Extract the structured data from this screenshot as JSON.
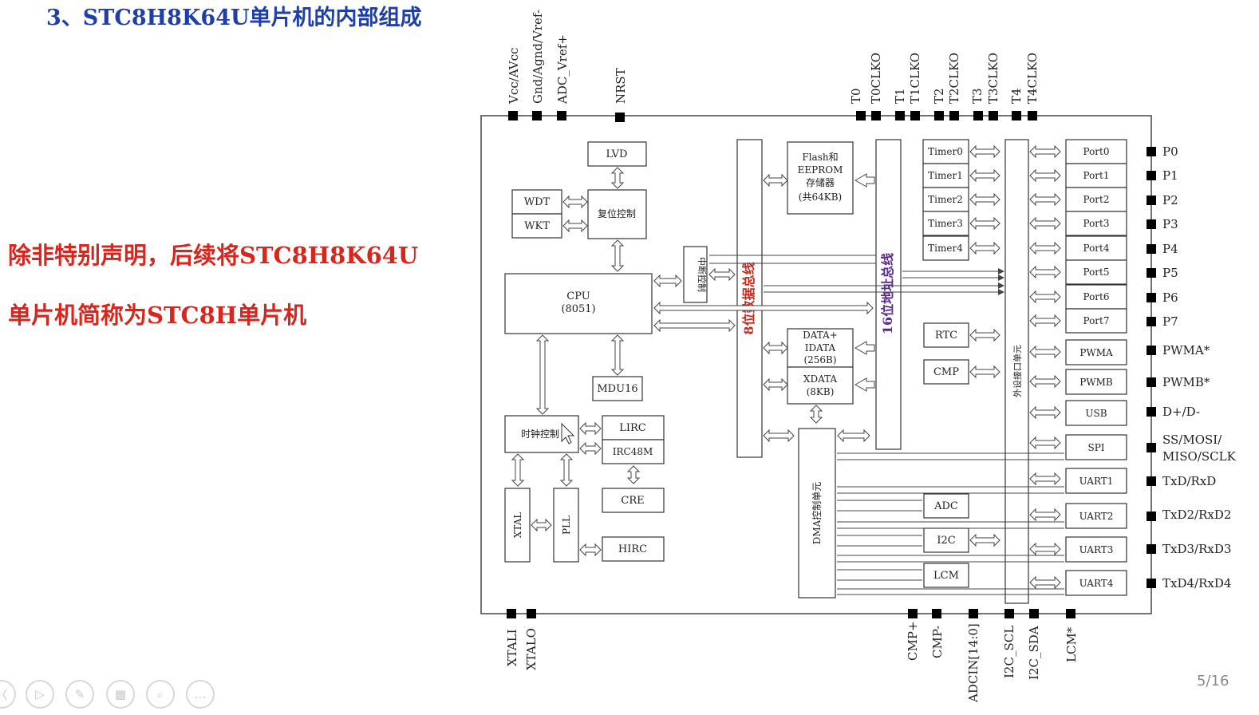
{
  "title": "3、STC8H8K64U单片机的内部组成",
  "note_line1": "除非特别声明，后续将STC8H8K64U",
  "note_line2": "单片机简称为STC8H单片机",
  "page_number": "5/16",
  "controls": [
    {
      "icon": "left-chevron-icon",
      "glyph": "〈"
    },
    {
      "icon": "play-icon",
      "glyph": "▷"
    },
    {
      "icon": "pen-icon",
      "glyph": "✎"
    },
    {
      "icon": "slides-icon",
      "glyph": "▦"
    },
    {
      "icon": "zoom-icon",
      "glyph": "⌕"
    },
    {
      "icon": "more-icon",
      "glyph": "…"
    }
  ],
  "diagram": {
    "top_pins": {
      "vcc": "Vcc/AVcc",
      "gnd": "Gnd/Agnd/Vref-",
      "adc_vref": "ADC_Vref+",
      "nrst": "NRST",
      "t0": "T0",
      "t0clko": "T0CLKO",
      "t1": "T1",
      "t1clko": "T1CLKO",
      "t2": "T2",
      "t2clko": "T2CLKO",
      "t3": "T3",
      "t3clko": "T3CLKO",
      "t4": "T4",
      "t4clko": "T4CLKO"
    },
    "bottom_pins": {
      "xtali": "XTALI",
      "xtalo": "XTALO",
      "cmp_plus": "CMP+",
      "cmp_minus": "CMP-",
      "adcin": "ADCIN[14:0]",
      "i2c_scl": "I2C_SCL",
      "i2c_sda": "I2C_SDA",
      "lcm": "LCM*"
    },
    "right_pins": {
      "p0": "P0",
      "p1": "P1",
      "p2": "P2",
      "p3": "P3",
      "p4": "P4",
      "p5": "P5",
      "p6": "P6",
      "p7": "P7",
      "pwma": "PWMA*",
      "pwmb": "PWMB*",
      "usb": "D+/D-",
      "spi1": "SS/MOSI/",
      "spi2": "MISO/SCLK",
      "uart1": "TxD/RxD",
      "uart2": "TxD2/RxD2",
      "uart3": "TxD3/RxD3",
      "uart4": "TxD4/RxD4"
    },
    "blocks": {
      "lvd": "LVD",
      "wdt": "WDT",
      "wkt": "WKT",
      "reset": "复位控制",
      "cpu1": "CPU",
      "cpu2": "(8051)",
      "mdu": "MDU16",
      "interrupt": "中断控制",
      "clock": "时钟控制",
      "lirc": "LIRC",
      "irc48m": "IRC48M",
      "cre": "CRE",
      "hirc": "HIRC",
      "xtal": "XTAL",
      "pll": "PLL",
      "flash1": "Flash和",
      "flash2": "EEPROM",
      "flash3": "存储器",
      "flash4": "(共64KB)",
      "data1": "DATA+",
      "data2": "IDATA",
      "data3": "(256B)",
      "xdata1": "XDATA",
      "xdata2": "(8KB)",
      "dma": "DMA控制单元",
      "databus": "8位数据总线",
      "addrbus": "16位地址总线",
      "periph_if": "外设接口单元",
      "timer0": "Timer0",
      "timer1": "Timer1",
      "timer2": "Timer2",
      "timer3": "Timer3",
      "timer4": "Timer4",
      "rtc": "RTC",
      "cmp": "CMP",
      "adc": "ADC",
      "i2c": "I2C",
      "lcm": "LCM",
      "port0": "Port0",
      "port1": "Port1",
      "port2": "Port2",
      "port3": "Port3",
      "port4": "Port4",
      "port5": "Port5",
      "port6": "Port6",
      "port7": "Port7",
      "pwma": "PWMA",
      "pwmb": "PWMB",
      "usb": "USB",
      "spi": "SPI",
      "uart1": "UART1",
      "uart2": "UART2",
      "uart3": "UART3",
      "uart4": "UART4"
    }
  }
}
